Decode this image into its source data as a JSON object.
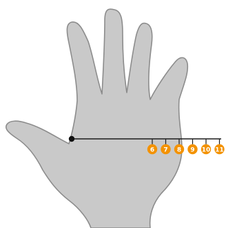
{
  "colors": {
    "hand_fill": "#c9c9c9",
    "hand_outline": "#8c8c8c",
    "measure_line": "#1a1a1a",
    "size_marker": "#f39200",
    "size_marker_text": "#ffffff"
  },
  "sizes": [
    "6",
    "7",
    "8",
    "9",
    "10",
    "11"
  ]
}
